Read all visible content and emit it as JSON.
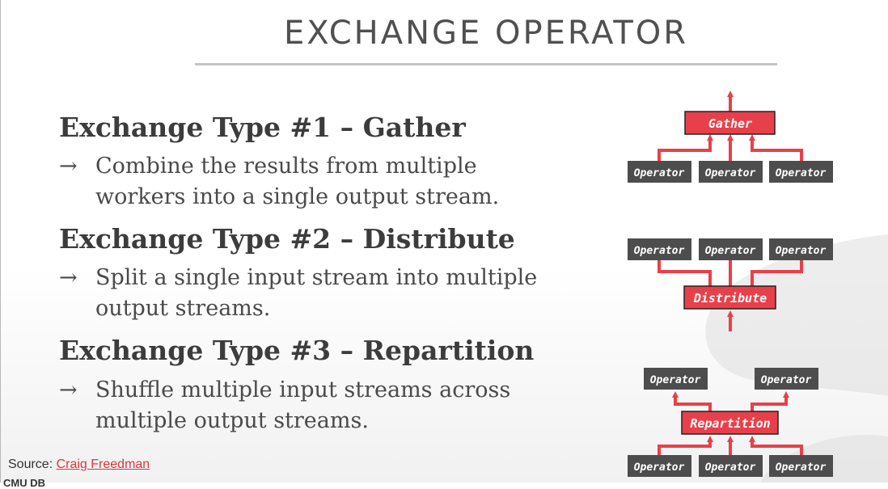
{
  "title": "EXCHANGE OPERATOR",
  "sections": [
    {
      "heading": "Exchange Type #1 – Gather",
      "arrow": "→",
      "lines": [
        "Combine the results from multiple",
        "workers into a single output stream."
      ]
    },
    {
      "heading": "Exchange Type #2 – Distribute",
      "arrow": "→",
      "lines": [
        "Split a single input stream into multiple",
        "output streams."
      ]
    },
    {
      "heading": "Exchange Type #3 – Repartition",
      "arrow": "→",
      "lines": [
        "Shuffle multiple input streams across",
        "multiple output streams."
      ]
    }
  ],
  "diagrams": {
    "gather": {
      "exchange": "Gather",
      "operators": [
        "Operator",
        "Operator",
        "Operator"
      ]
    },
    "distribute": {
      "exchange": "Distribute",
      "operators": [
        "Operator",
        "Operator",
        "Operator"
      ]
    },
    "repartition": {
      "exchange": "Repartition",
      "top_operators": [
        "Operator",
        "Operator"
      ],
      "bottom_operators": [
        "Operator",
        "Operator",
        "Operator"
      ]
    }
  },
  "source": {
    "label": "Source:",
    "link_text": "Craig Freedman"
  },
  "footer": "CMU DB",
  "colors": {
    "exchange": "#e8404a",
    "operator": "#4d4d4d",
    "arrow": "#e8404a"
  }
}
